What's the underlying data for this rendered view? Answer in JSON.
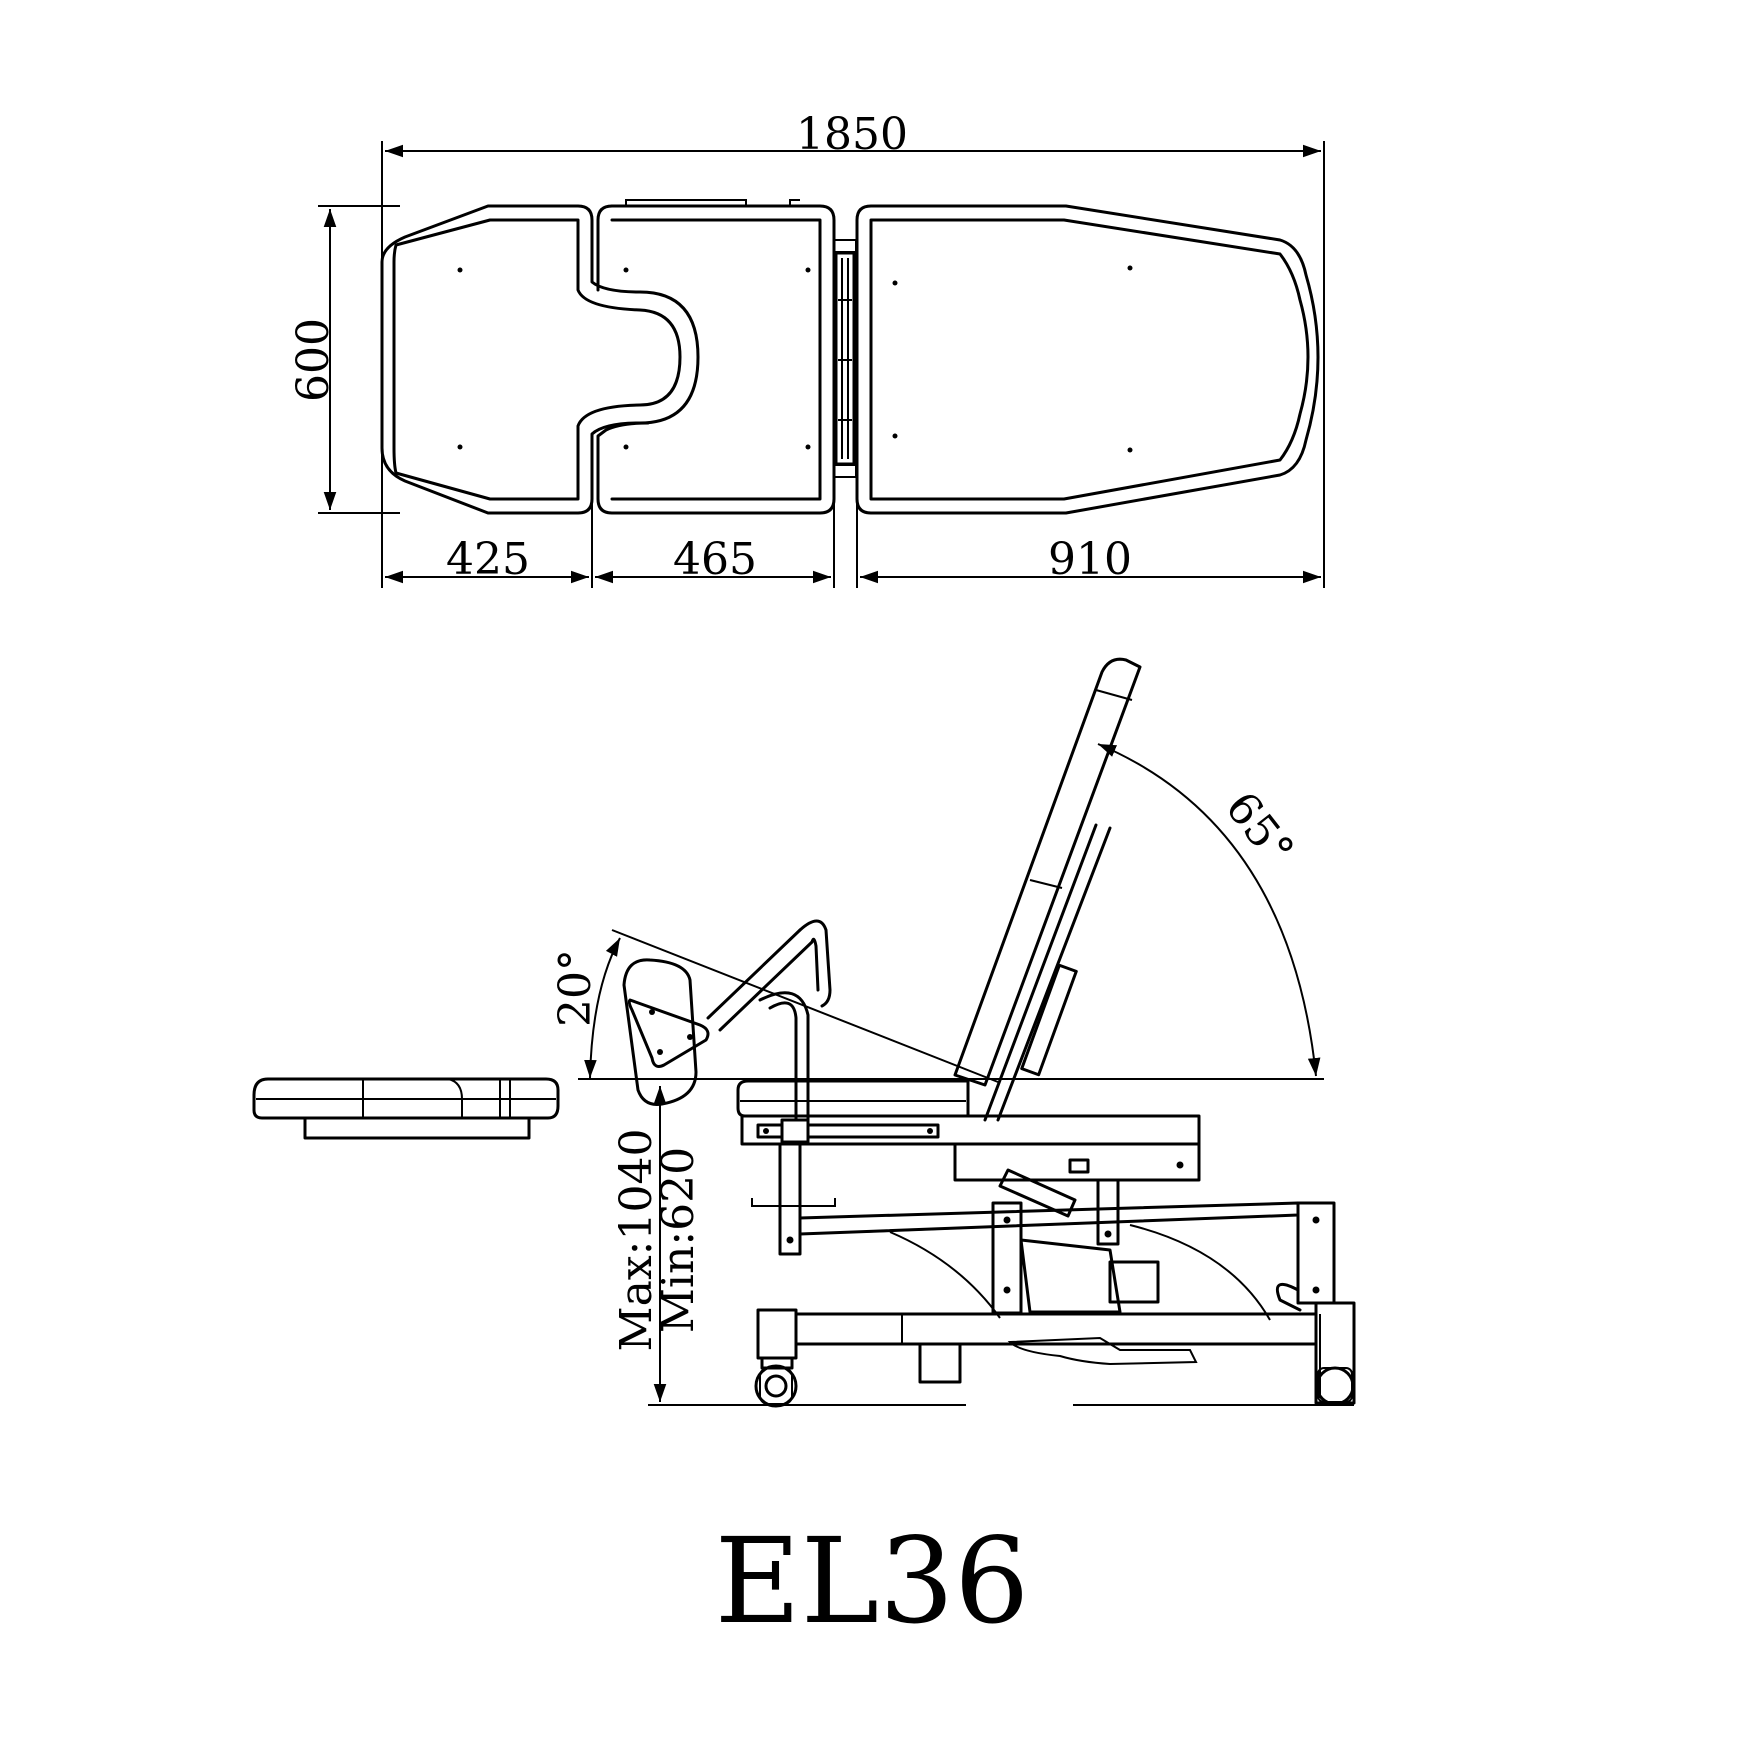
{
  "model": "EL36",
  "dimensions": {
    "total_length": "1850",
    "width": "600",
    "head_section": "425",
    "seat_section": "465",
    "back_section": "910",
    "height_range": "Max:1040\nMin:620",
    "height_max": "Max:1040",
    "height_min": "Min:620",
    "leg_angle": "20°",
    "back_angle": "65°"
  }
}
